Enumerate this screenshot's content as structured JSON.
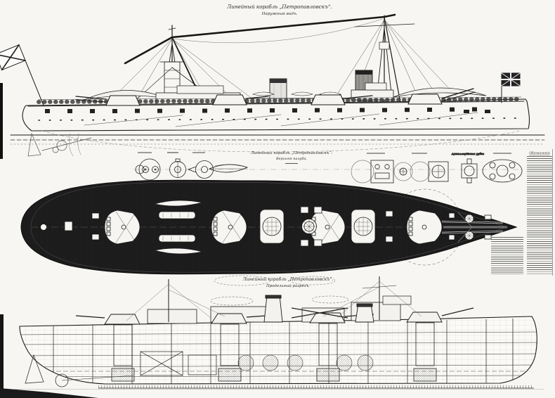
{
  "colors": {
    "ink": "#1c1c1c",
    "paper": "#f7f6f2"
  },
  "titles": {
    "side_view": {
      "line1": "Линейный корабль „Петропавловскъ“.",
      "line2": "Наружный видъ."
    },
    "deck_plan": {
      "line1": "Линейный корабль „Петропавловскъ“:",
      "line2": "Верхняя палуба."
    },
    "longitudinal_section": {
      "line1": "Линейный корабль „Петропавловскъ“.",
      "line2": "Продольный разрезъ."
    }
  },
  "cross_sections": {
    "artillery_cabin_label": "Артиллерійская рубка"
  },
  "legend": {
    "title": "Обозначенія"
  }
}
